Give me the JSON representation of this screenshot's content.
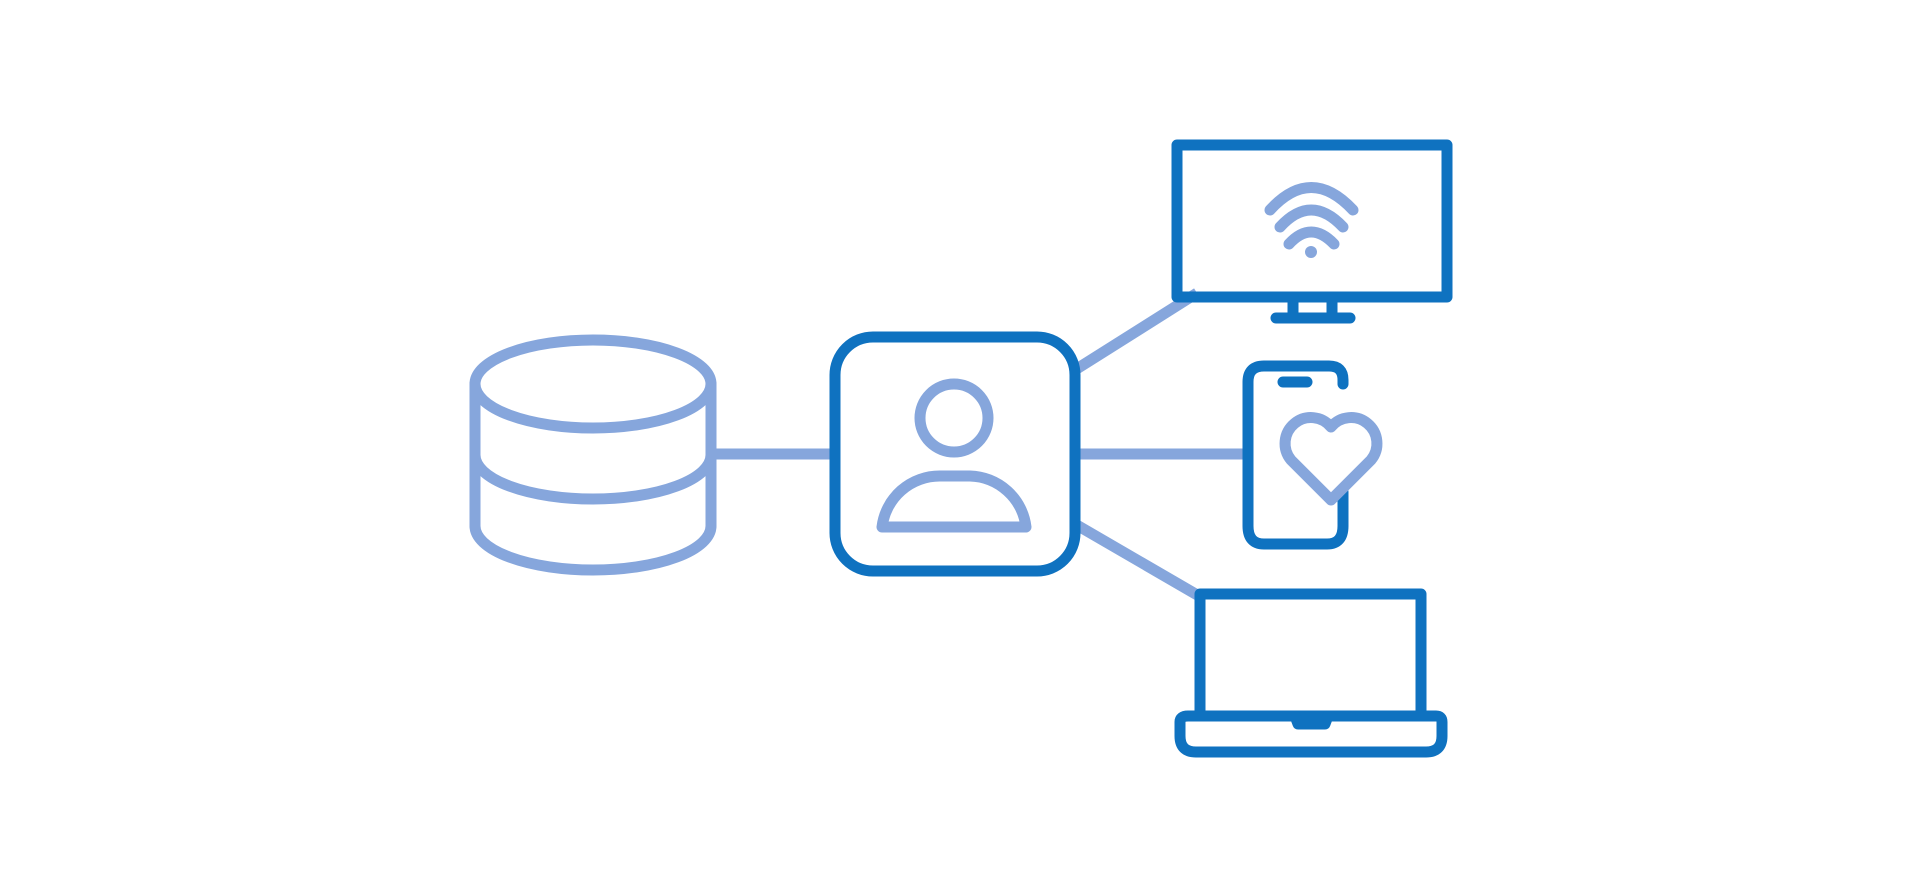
{
  "colors": {
    "background": "#ffffff",
    "primary": "#0f72c0",
    "secondary": "#86a6dc"
  },
  "nodes": [
    {
      "id": "database",
      "icon": "database-icon"
    },
    {
      "id": "user",
      "icon": "user-profile-icon"
    },
    {
      "id": "monitor",
      "icon": "monitor-wifi-icon"
    },
    {
      "id": "phone",
      "icon": "smartphone-heart-icon"
    },
    {
      "id": "laptop",
      "icon": "laptop-icon"
    }
  ],
  "edges": [
    {
      "from": "database",
      "to": "user"
    },
    {
      "from": "user",
      "to": "monitor"
    },
    {
      "from": "user",
      "to": "phone"
    },
    {
      "from": "user",
      "to": "laptop"
    }
  ]
}
